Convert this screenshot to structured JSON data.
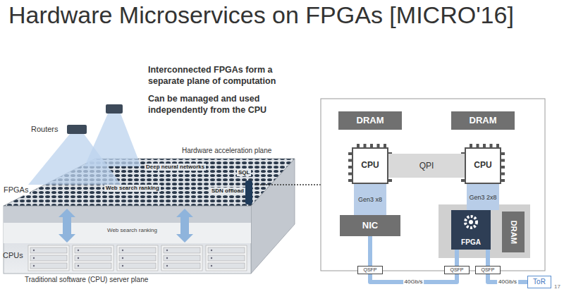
{
  "diagram": {
    "title": "Hardware Microservices on FPGAs [MICRO'16]",
    "nodes": [
      {
        "text": [
          "DRAM"
        ]
      },
      {
        "text": [
          "DRAM"
        ]
      },
      {
        "text": [
          "CPU"
        ]
      },
      {
        "text": [
          "CPU"
        ]
      },
      {
        "text": [
          "NIC"
        ]
      },
      {
        "text": [
          "FPGA"
        ]
      },
      {
        "text": [
          "DRAM"
        ]
      },
      {
        "text": [
          "QSFP"
        ]
      },
      {
        "text": [
          "QSFP"
        ]
      },
      {
        "text": [
          "QSFP"
        ]
      },
      {
        "text": [
          "ToR"
        ]
      }
    ],
    "edges": [
      {
        "from": 2,
        "to": 3,
        "label": "QPI",
        "arrow": "none"
      },
      {
        "from": 2,
        "to": 4,
        "label": "Gen3 x8",
        "arrow": "none"
      },
      {
        "from": 3,
        "to": 5,
        "label": "Gen3 2x8",
        "arrow": "none"
      },
      {
        "from": 4,
        "to": 7,
        "arrow": "none"
      },
      {
        "from": 7,
        "to": 8,
        "label": "40Gb/s",
        "arrow": "none"
      },
      {
        "from": 8,
        "to": 5,
        "arrow": "none"
      },
      {
        "from": 5,
        "to": 9,
        "arrow": "none"
      },
      {
        "from": 9,
        "to": 10,
        "label": "40Gb/s",
        "arrow": "none"
      }
    ],
    "labels": [
      "Interconnected FPGAs form a separate plane of computation",
      "Can be managed and used independently from the CPU",
      "Routers",
      "Hardware acceleration plane",
      "Deep neural networks",
      "SQL",
      "Web search ranking",
      "SDN offload",
      "FPGAs",
      "Web search ranking",
      "CPUs",
      "Traditional software (CPU) server plane",
      "17"
    ]
  }
}
